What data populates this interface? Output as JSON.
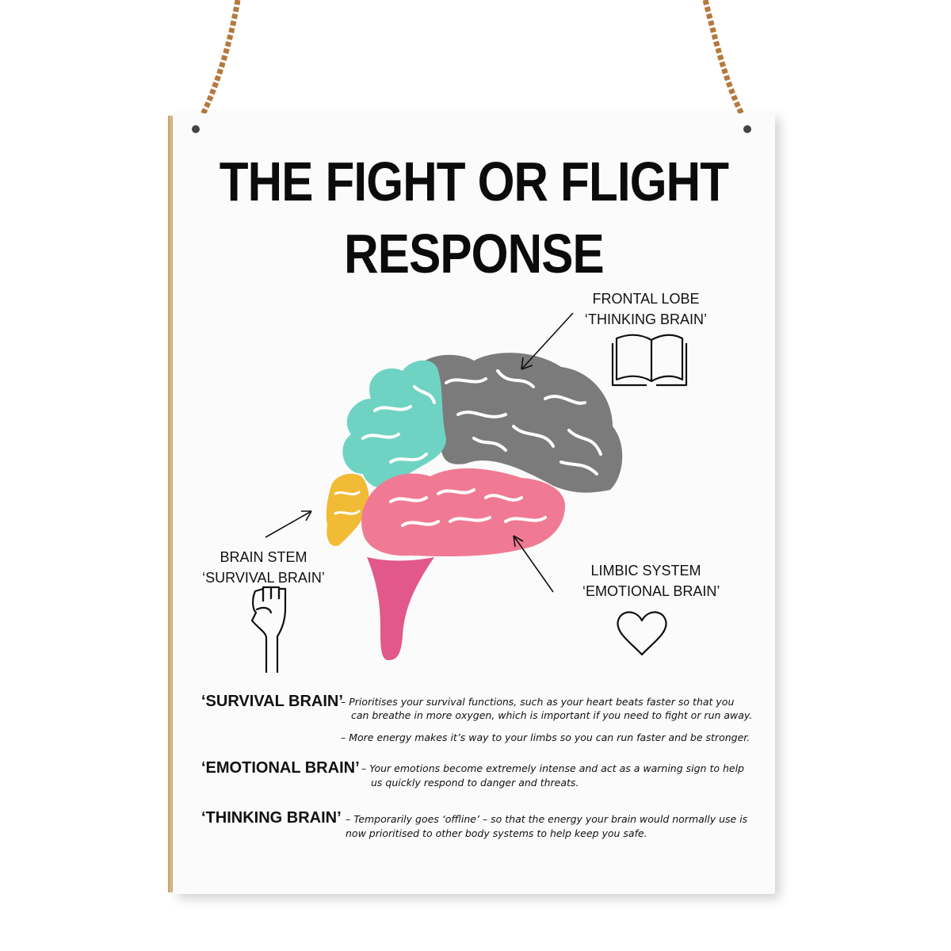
{
  "title": {
    "line1": "THE FIGHT OR FLIGHT",
    "line2": "RESPONSE"
  },
  "callouts": {
    "frontal": {
      "line1": "FRONTAL LOBE",
      "line2": "‘THINKING BRAIN’",
      "icon": "open-book-icon"
    },
    "stem": {
      "line1": "BRAIN STEM",
      "line2": "‘SURVIVAL BRAIN’",
      "icon": "raised-fist-icon"
    },
    "limbic": {
      "line1": "LIMBIC SYSTEM",
      "line2": "‘EMOTIONAL BRAIN’",
      "icon": "heart-icon"
    }
  },
  "colors": {
    "frontal_lobe": "#7b7b7b",
    "parietal_region": "#6fd3c3",
    "limbic_system": "#f07a93",
    "brain_stem_base": "#e2588b",
    "cerebellum": "#f2bb35"
  },
  "definitions": [
    {
      "term": "‘SURVIVAL BRAIN’",
      "lines": [
        "– Prioritises your survival functions, such as your heart beats faster so that you",
        "can breathe in more oxygen, which is important if you need to fight or run away."
      ],
      "extra": "– More energy makes it’s way to your limbs so you can run faster and be stronger."
    },
    {
      "term": "‘EMOTIONAL BRAIN’",
      "lines": [
        "– Your emotions become extremely intense and act as a warning sign to help",
        "us quickly respond to danger and threats."
      ]
    },
    {
      "term": "‘THINKING BRAIN’",
      "lines": [
        "– Temporarily goes ‘offline’ – so that the energy your brain would normally use is",
        "now prioritised to other body systems to help keep you safe."
      ]
    }
  ]
}
